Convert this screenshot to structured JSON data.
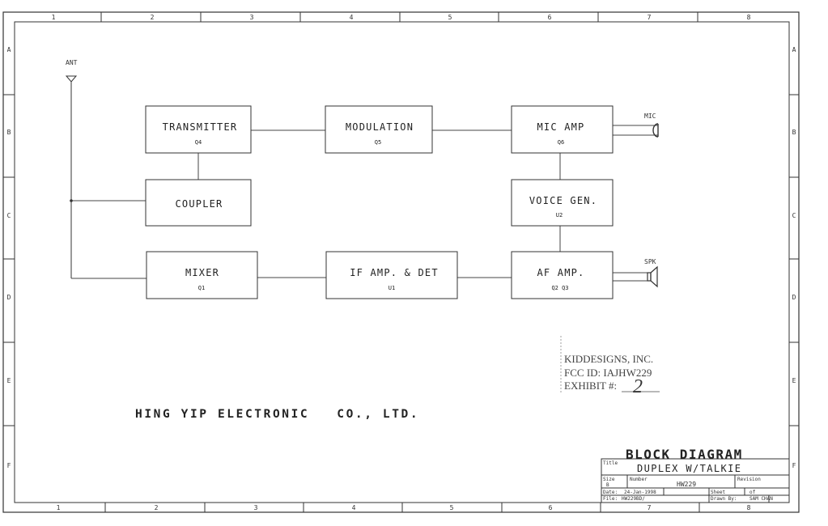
{
  "frame": {
    "columns": [
      "1",
      "2",
      "3",
      "4",
      "5",
      "6",
      "7",
      "8"
    ],
    "rows": [
      "A",
      "B",
      "C",
      "D",
      "E",
      "F"
    ]
  },
  "antenna": {
    "label": "ANT"
  },
  "blocks": {
    "transmitter": {
      "name": "TRANSMITTER",
      "ref": "Q4"
    },
    "modulation": {
      "name": "MODULATION",
      "ref": "Q5"
    },
    "mic_amp": {
      "name": "MIC AMP",
      "ref": "Q6"
    },
    "coupler": {
      "name": "COUPLER",
      "ref": ""
    },
    "voice_gen": {
      "name": "VOICE GEN.",
      "ref": "U2"
    },
    "mixer": {
      "name": "MIXER",
      "ref": "Q1"
    },
    "if_amp": {
      "name": "IF AMP. & DET",
      "ref": "U1"
    },
    "af_amp": {
      "name": "AF AMP.",
      "ref": "Q2 Q3"
    }
  },
  "mic": {
    "label": "MIC"
  },
  "speaker": {
    "label": "SPK"
  },
  "company": "HING YIP ELECTRONIC   CO., LTD.",
  "stamp": {
    "line1": "KIDDESIGNS, INC.",
    "line2": "FCC ID: IAJHW229",
    "line3": "EXHIBIT #:",
    "exhibit_number": "2"
  },
  "title_block": {
    "title_label": "Title",
    "title": "BLOCK DIAGRAM",
    "subtitle": "DUPLEX W/TALKIE",
    "size_label": "Size",
    "size": "B",
    "number_label": "Number",
    "number": "HW229",
    "revision_label": "Revision",
    "date_label": "Date:",
    "date": "24-Jan-1998",
    "file_label": "File:",
    "file": "HW229BD/",
    "sheet_label": "Sheet",
    "sheet_of": "of",
    "drawn_label": "Drawn By:",
    "drawn": "SAM CHAN"
  }
}
